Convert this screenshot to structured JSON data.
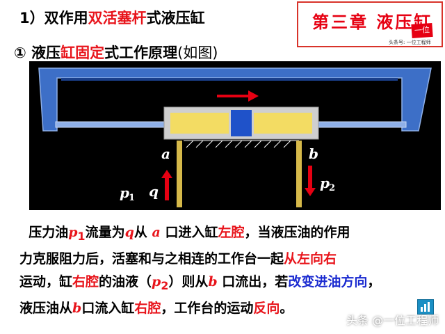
{
  "heading": {
    "part1": "1）双作用",
    "part2": "双活塞杆",
    "part3": "式液压缸"
  },
  "subheading": {
    "bullet": "①",
    "part1": "液压",
    "part2": "缸固定",
    "part3": "式工作原理",
    "part4": "(如图)"
  },
  "chapter": {
    "title": "第三章 液压缸",
    "sub": "头条号: 一位工程师",
    "stamp": "一位"
  },
  "diagram": {
    "label_a": "a",
    "label_b": "b",
    "label_p": "p",
    "label_p1_sub": "1",
    "label_q": "q",
    "label_p2_sub": "2"
  },
  "body": {
    "l1": [
      "压力油",
      "p",
      "1",
      "流量为",
      "q",
      "从",
      "a",
      "口进入缸",
      "左腔",
      "，当液压油的作用"
    ],
    "l2": [
      "力克服阻力后，活塞和与之相连的工作台一起",
      "从左向右"
    ],
    "l3": [
      "运动，缸",
      "右腔",
      "的油液（",
      "p",
      "2",
      "）则从",
      "b",
      "口流出，若",
      "改变进油方向",
      "，"
    ],
    "l4": [
      "液压油从",
      "b",
      "口流入缸",
      "右腔",
      "，工作台的运动",
      "反向",
      "。"
    ]
  },
  "watermark": "头条 @一位工程师",
  "colors": {
    "red": "#e8141b",
    "blue": "#1a2ad0",
    "diagram_blue": "#3d6fc7",
    "cylinder_yellow": "#f3dc63",
    "support_yellow": "#d6b94a"
  },
  "icons": {
    "nav": "bar-chart-icon"
  }
}
